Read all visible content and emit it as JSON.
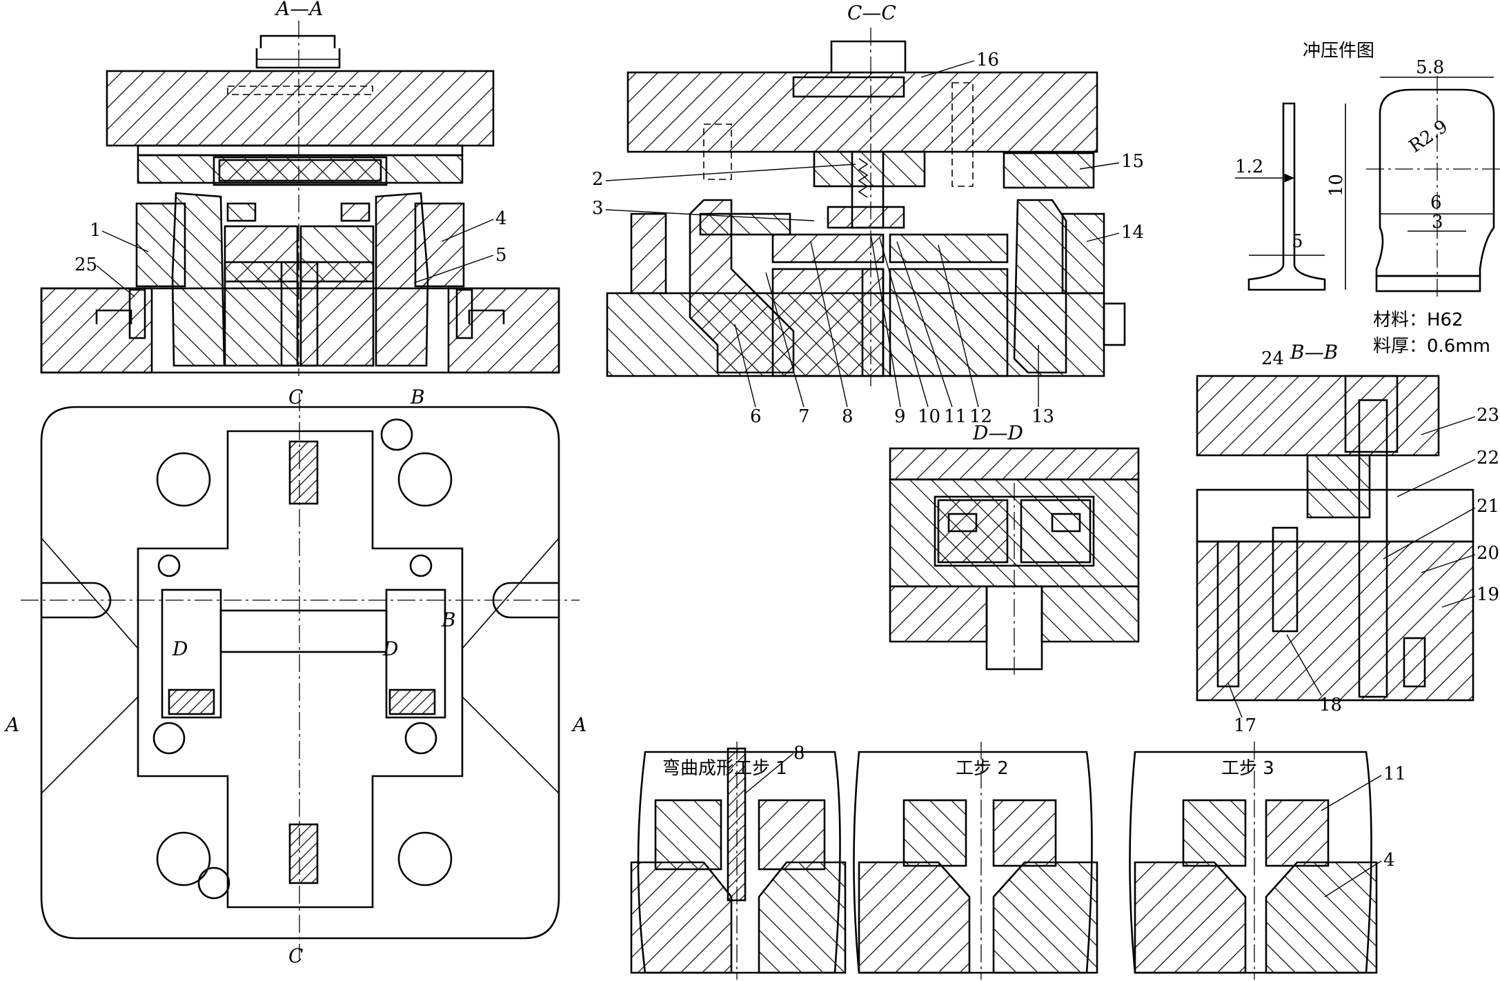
{
  "views": {
    "section_aa": {
      "title": "A—A",
      "numbers": [
        "1",
        "25",
        "4",
        "5"
      ]
    },
    "section_cc": {
      "title": "C—C",
      "numbers": [
        "16",
        "2",
        "3",
        "15",
        "14",
        "6",
        "7",
        "8",
        "9",
        "10",
        "11",
        "12",
        "13"
      ]
    },
    "plan_view": {
      "cut_labels": [
        "C",
        "B",
        "B",
        "D",
        "D",
        "A",
        "A",
        "C"
      ]
    },
    "section_dd": {
      "title": "D—D"
    },
    "section_bb": {
      "title": "B—B",
      "numbers": [
        "24",
        "23",
        "22",
        "21",
        "20",
        "19",
        "17",
        "18"
      ]
    },
    "stamped_part": {
      "title": "冲压件图",
      "dims": [
        "5.8",
        "R2.9",
        "1.2",
        "10",
        "6",
        "3",
        "5"
      ],
      "material": "材料：H62",
      "thickness": "料厚：0.6mm"
    },
    "steps": [
      {
        "title": "弯曲成形工步 1",
        "number": "8"
      },
      {
        "title": "工步 2"
      },
      {
        "title": "工步 3",
        "numbers": [
          "11",
          "4"
        ]
      }
    ]
  }
}
